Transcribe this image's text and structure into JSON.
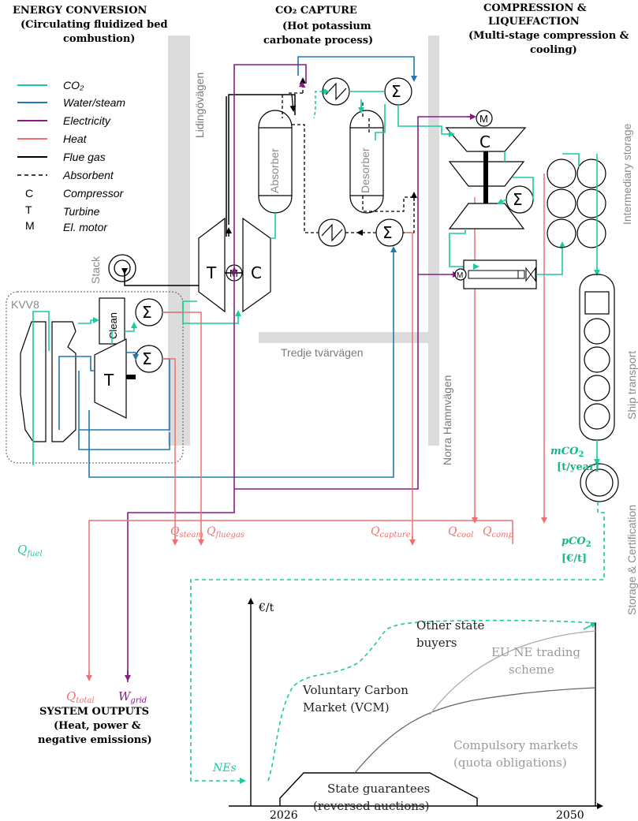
{
  "titles": {
    "energy": [
      "ENERGY CONVERSION",
      "(Circulating fluidized bed",
      "combustion)"
    ],
    "capture": [
      "CO₂ CAPTURE",
      "(Hot potassium",
      "carbonate process)"
    ],
    "compression": [
      "COMPRESSION &",
      "LIQUEFACTION",
      "(Multi-stage compression &",
      "cooling)"
    ],
    "outputs": [
      "SYSTEM OUTPUTS",
      "(Heat, power &",
      "negative emissions)"
    ]
  },
  "legend": {
    "lines": [
      {
        "label": "CO₂",
        "color": "#1ccaa0",
        "dash": false
      },
      {
        "label": "Water/steam",
        "color": "#1f78b4",
        "dash": false
      },
      {
        "label": "Electricity",
        "color": "#8a1a8a",
        "dash": false
      },
      {
        "label": "Heat",
        "color": "#f07070",
        "dash": false
      },
      {
        "label": "Flue gas",
        "color": "#000000",
        "dash": false
      },
      {
        "label": "Absorbent",
        "color": "#000000",
        "dash": true
      }
    ],
    "letters": [
      {
        "letter": "C",
        "label": "Compressor"
      },
      {
        "letter": "T",
        "label": "Turbine"
      },
      {
        "letter": "M",
        "label": "El. motor"
      }
    ]
  },
  "roads": {
    "lidingo": "Lidingövägen",
    "tredje": "Tredje tvärvägen",
    "norra": "Norra Hamnvägen"
  },
  "labels": {
    "stack": "Stack",
    "kvv8": "KVV8",
    "clean": "Clean",
    "absorber": "Absorber",
    "desorber": "Desorber",
    "intermediary": "Intermediary storage",
    "ship": "Ship transport",
    "storage": "Storage & Certification",
    "t": "T",
    "c": "C",
    "m": "M"
  },
  "flows": {
    "q_steam": {
      "main": "Q",
      "sub": "steam"
    },
    "q_fluegas": {
      "main": "Q",
      "sub": "fluegas"
    },
    "q_capture": {
      "main": "Q",
      "sub": "capture"
    },
    "q_cool": {
      "main": "Q",
      "sub": "cool"
    },
    "q_comp": {
      "main": "Q",
      "sub": "comp"
    },
    "q_fuel": {
      "main": "Q",
      "sub": "fuel"
    },
    "q_total": {
      "main": "Q",
      "sub": "total"
    },
    "w_grid": {
      "main": "W",
      "sub": "grid"
    },
    "mco2": {
      "main": "mCO",
      "sub": "2",
      "unit": "[t/year]"
    },
    "pco2": {
      "main": "pCO",
      "sub": "2",
      "unit": "[€/t]"
    }
  },
  "market_chart": {
    "ylabel": "€/t",
    "x_start": "2026",
    "x_end": "2050",
    "nes_label": "NEs",
    "markets": [
      {
        "name": [
          "Other state",
          "buyers"
        ],
        "color": "#222222"
      },
      {
        "name": [
          "EU NE trading",
          "scheme"
        ],
        "color": "#9a9a9a"
      },
      {
        "name": [
          "Voluntary Carbon",
          "Market (VCM)"
        ],
        "color": "#222222"
      },
      {
        "name": [
          "Compulsory markets",
          "(quota obligations)"
        ],
        "color": "#9a9a9a"
      },
      {
        "name": [
          "State guarantees",
          "(reversed auctions)"
        ],
        "color": "#222222"
      }
    ]
  }
}
